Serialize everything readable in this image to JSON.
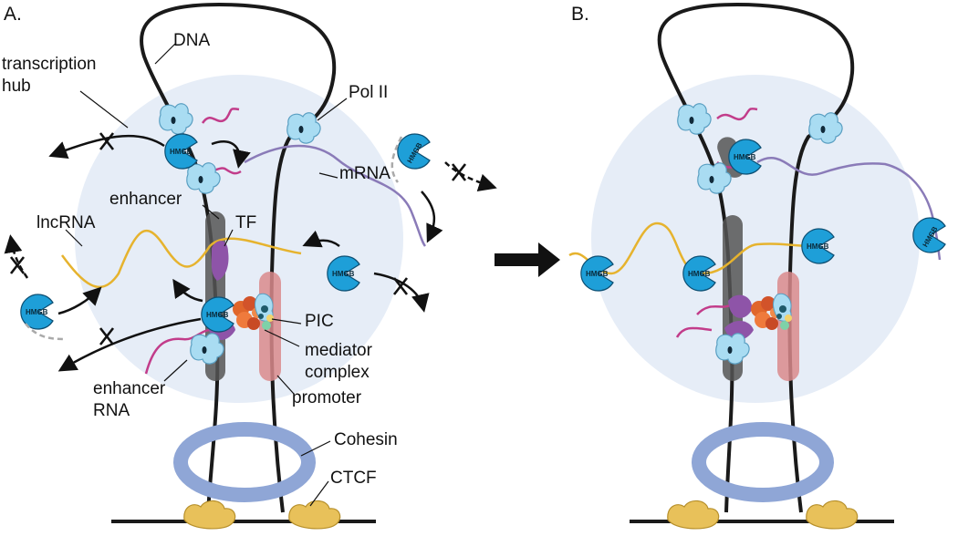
{
  "panels": {
    "a_label": "A.",
    "b_label": "B."
  },
  "labels": {
    "dna": "DNA",
    "transcription_hub_line1": "transcription",
    "transcription_hub_line2": "hub",
    "pol_ii": "Pol II",
    "mrna": "mRNA",
    "enhancer": "enhancer",
    "tf": "TF",
    "lncrna": "lncRNA",
    "pic": "PIC",
    "mediator_line1": "mediator",
    "mediator_line2": "complex",
    "enhancer_rna_line1": "enhancer",
    "enhancer_rna_line2": "RNA",
    "promoter": "promoter",
    "cohesin": "Cohesin",
    "ctcf": "CTCF",
    "hmgb": "HMGB"
  },
  "colors": {
    "hub": "#e6edf7",
    "dna": "#1a1a1a",
    "enhancer_bar": "#555555",
    "promoter_bar": "#d9898c",
    "cohesin": "#8fa6d6",
    "ctcf": "#e8c15a",
    "pol_ii": "#a9dcf2",
    "hmgb": "#1e9fd8",
    "mrna": "#8a7bb8",
    "lncrna": "#e6b32e",
    "enhancer_rna": "#c23c8a",
    "tf": "#8e54a8"
  }
}
